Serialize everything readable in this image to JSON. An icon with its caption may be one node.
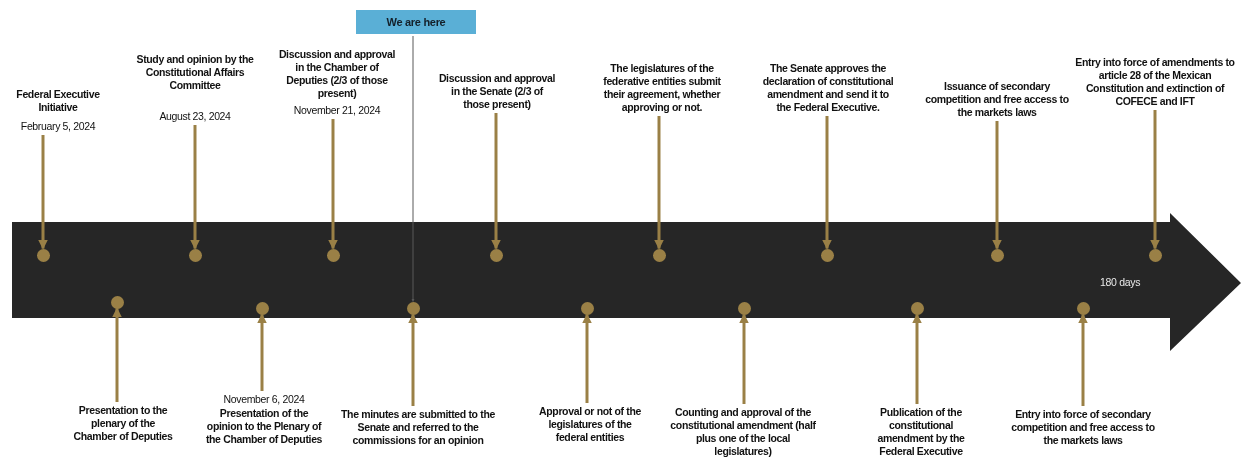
{
  "diagram": {
    "nodes": [
      {
        "text": [
          "We are here"
        ]
      },
      {
        "text": [
          "Federal Executive Initiative",
          "February 5, 2024"
        ]
      },
      {
        "text": [
          "Study and opinion by the Constitutional Affairs Committee",
          "August 23, 2024"
        ]
      },
      {
        "text": [
          "Discussion and approval in the Chamber of Deputies (2/3 of those present)",
          "November 21, 2024"
        ]
      },
      {
        "text": [
          "Discussion and approval in the Senate (2/3 of those present)"
        ]
      },
      {
        "text": [
          "The legislatures of the federative entities submit their agreement, whether approving or not."
        ]
      },
      {
        "text": [
          "The Senate approves the declaration of constitutional amendment and send it to the Federal Executive."
        ]
      },
      {
        "text": [
          "Issuance of secondary competition and free access to the markets laws"
        ]
      },
      {
        "text": [
          "Entry into force of amendments to article 28 of the Mexican Constitution and extinction of COFECE and IFT"
        ]
      },
      {
        "text": [
          "180 days"
        ]
      },
      {
        "text": [],
        "shape": "circle",
        "in": 9
      },
      {
        "text": [],
        "shape": "circle",
        "in": 9
      },
      {
        "text": [],
        "shape": "circle",
        "in": 9
      },
      {
        "text": [],
        "shape": "circle",
        "in": 9
      },
      {
        "text": [],
        "shape": "circle",
        "in": 9
      },
      {
        "text": [],
        "shape": "circle",
        "in": 9
      },
      {
        "text": [],
        "shape": "circle",
        "in": 9
      },
      {
        "text": [],
        "shape": "circle",
        "in": 9
      },
      {
        "text": [],
        "shape": "circle",
        "in": 9
      },
      {
        "text": [],
        "shape": "circle",
        "in": 9
      },
      {
        "text": [],
        "shape": "circle",
        "in": 9
      },
      {
        "text": [],
        "shape": "circle",
        "in": 9
      },
      {
        "text": [],
        "shape": "circle",
        "in": 9
      },
      {
        "text": [],
        "shape": "circle",
        "in": 9
      },
      {
        "text": [],
        "shape": "circle",
        "in": 9
      },
      {
        "text": [
          "Presentation to the plenary of the Chamber of Deputies"
        ]
      },
      {
        "text": [
          "November 6, 2024",
          "Presentation of the opinion to the Plenary of the Chamber of Deputies"
        ]
      },
      {
        "text": [
          "The minutes are submitted to the Senate and referred to the commissions for an opinion"
        ]
      },
      {
        "text": [
          "Approval or not of the legislatures of the federal entities"
        ]
      },
      {
        "text": [
          "Counting and approval of the constitutional amendment (half plus one of the local legislatures)"
        ]
      },
      {
        "text": [
          "Publication of the constitutional amendment by the Federal Executive"
        ]
      },
      {
        "text": [
          "Entry into force of secondary competition and free access to the markets laws"
        ]
      }
    ],
    "edges": [
      {
        "from": 0,
        "to": 15,
        "arrow": "to",
        "color": "#595959"
      },
      {
        "from": 1,
        "to": 10,
        "arrow": "to"
      },
      {
        "from": 2,
        "to": 12,
        "arrow": "to"
      },
      {
        "from": 3,
        "to": 14,
        "arrow": "to"
      },
      {
        "from": 4,
        "to": 16,
        "arrow": "to"
      },
      {
        "from": 5,
        "to": 18,
        "arrow": "to"
      },
      {
        "from": 6,
        "to": 20,
        "arrow": "to"
      },
      {
        "from": 7,
        "to": 22,
        "arrow": "to"
      },
      {
        "from": 8,
        "to": 24,
        "arrow": "to"
      },
      {
        "from": 25,
        "to": 11,
        "arrow": "to"
      },
      {
        "from": 26,
        "to": 13,
        "arrow": "to"
      },
      {
        "from": 27,
        "to": 15,
        "arrow": "to"
      },
      {
        "from": 28,
        "to": 17,
        "arrow": "to"
      },
      {
        "from": 29,
        "to": 19,
        "arrow": "to"
      },
      {
        "from": 30,
        "to": 21,
        "arrow": "to"
      },
      {
        "from": 31,
        "to": 23,
        "arrow": "to"
      }
    ]
  }
}
